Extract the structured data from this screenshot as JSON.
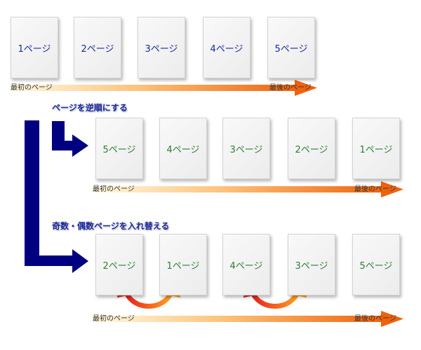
{
  "row1": {
    "pages": [
      "1ページ",
      "2ページ",
      "3ページ",
      "4ページ",
      "5ページ"
    ],
    "start_label": "最初のページ",
    "end_label": "最後のページ"
  },
  "row2": {
    "title": "ページを逆順にする",
    "pages": [
      "5ページ",
      "4ページ",
      "3ページ",
      "2ページ",
      "1ページ"
    ],
    "start_label": "最初のページ",
    "end_label": "最後のページ"
  },
  "row3": {
    "title": "奇数・偶数ページを入れ替える",
    "pages": [
      "2ページ",
      "1ページ",
      "4ページ",
      "3ページ",
      "5ページ"
    ],
    "start_label": "最初のページ",
    "end_label": "最後のページ"
  },
  "colors": {
    "blue_arrow": "#000080",
    "page_text_blue": "#1a2a9c",
    "page_text_green": "#2e7d32",
    "timeline_start": "#fff3cf",
    "timeline_end": "#f06a10",
    "swap_start": "#e81c1c",
    "swap_end": "#ffa520"
  }
}
